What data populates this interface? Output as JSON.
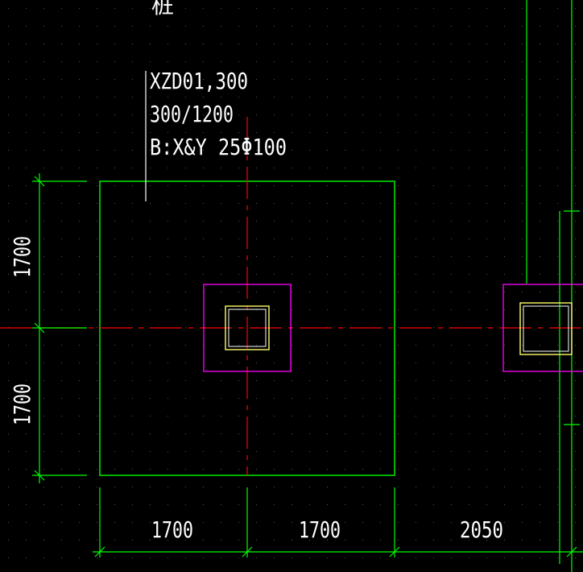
{
  "annotation": {
    "line1": "XZD01,300",
    "line2": "300/1200",
    "line3": "B:X&Y 25Φ100"
  },
  "top_fragment_text": "桩",
  "dimensions": {
    "vertical_top": "1700",
    "vertical_bottom": "1700",
    "horizontal_left": "1700",
    "horizontal_middle": "1700",
    "horizontal_right": "2050"
  },
  "colors": {
    "background": "#000000",
    "outline": "#00ff00",
    "axis": "#ff0000",
    "column_frame": "#ff00ff",
    "column": "#ffff66",
    "column_inner": "#ffffff",
    "text": "#ffffff",
    "grid_dot": "#4a5a4a"
  }
}
